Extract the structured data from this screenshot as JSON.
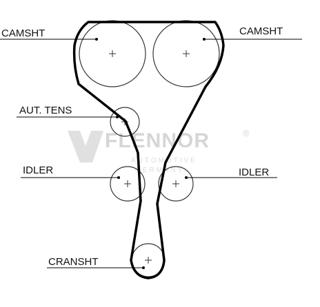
{
  "labels": {
    "camshaft_left": "CAMSHT",
    "camshaft_right": "CAMSHT",
    "auto_tensioner": "AUT. TENS",
    "idler_left": "IDLER",
    "idler_right": "IDLER",
    "crankshaft": "CRANSHT"
  },
  "watermark": {
    "brand": "FLENNOR",
    "registered": "®",
    "subtitle_line1": "AUTOMOTIVE",
    "subtitle_line2": "GERMANY"
  },
  "colors": {
    "belt": "#000000",
    "pulley_outline": "#333333",
    "watermark": "#d6d6d6"
  }
}
